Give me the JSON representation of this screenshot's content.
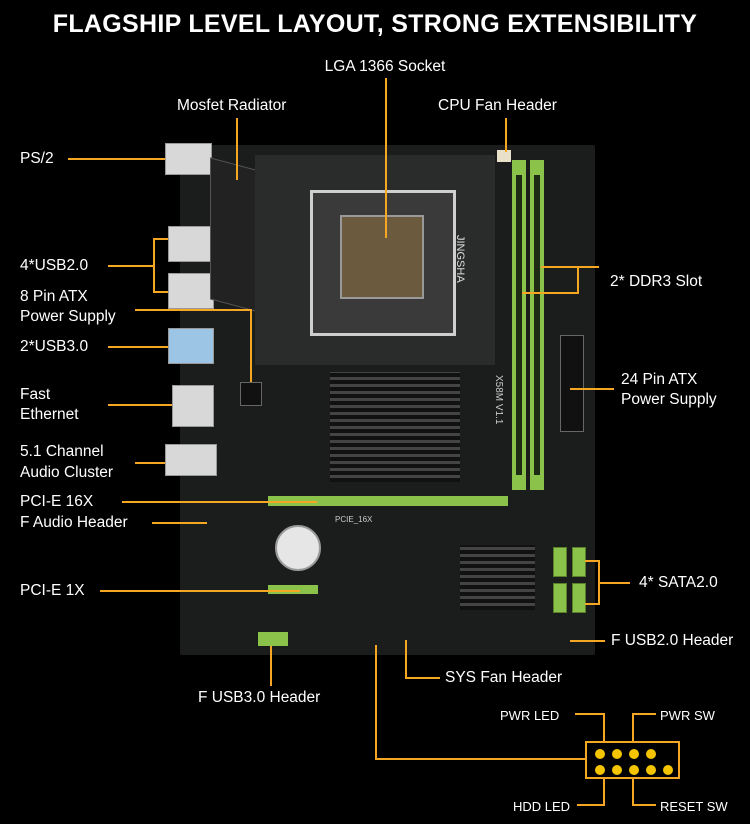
{
  "title": "FLAGSHIP LEVEL LAYOUT, STRONG EXTENSIBILITY",
  "labels": {
    "socket": "LGA 1366 Socket",
    "mosfet": "Mosfet Radiator",
    "cpu_fan": "CPU Fan Header",
    "ps2": "PS/2",
    "usb20": "4*USB2.0",
    "atx8_line1": "8 Pin ATX",
    "atx8_line2": "Power Supply",
    "usb30": "2*USB3.0",
    "ethernet_line1": "Fast",
    "ethernet_line2": "Ethernet",
    "audio_line1": "5.1 Channel",
    "audio_line2": "Audio Cluster",
    "pcie16": "PCI-E 16X",
    "faudio": "F Audio Header",
    "pcie1": "PCI-E 1X",
    "fusb30": "F USB3.0 Header",
    "ddr3": "2* DDR3 Slot",
    "atx24_line1": "24 Pin ATX",
    "atx24_line2": "Power Supply",
    "sata": "4* SATA2.0",
    "fusb20": "F USB2.0 Header",
    "sysfan": "SYS Fan Header",
    "pwr_led": "PWR LED",
    "pwr_sw": "PWR SW",
    "hdd_led": "HDD LED",
    "reset_sw": "RESET SW"
  },
  "board_text": {
    "brand": "JINGSHA",
    "model": "X58M V1.1",
    "pcie_label": "PCIE_16X"
  },
  "colors": {
    "accent": "#f5a623",
    "slot_green": "#8bc34a",
    "board": "#1b1c1c"
  }
}
